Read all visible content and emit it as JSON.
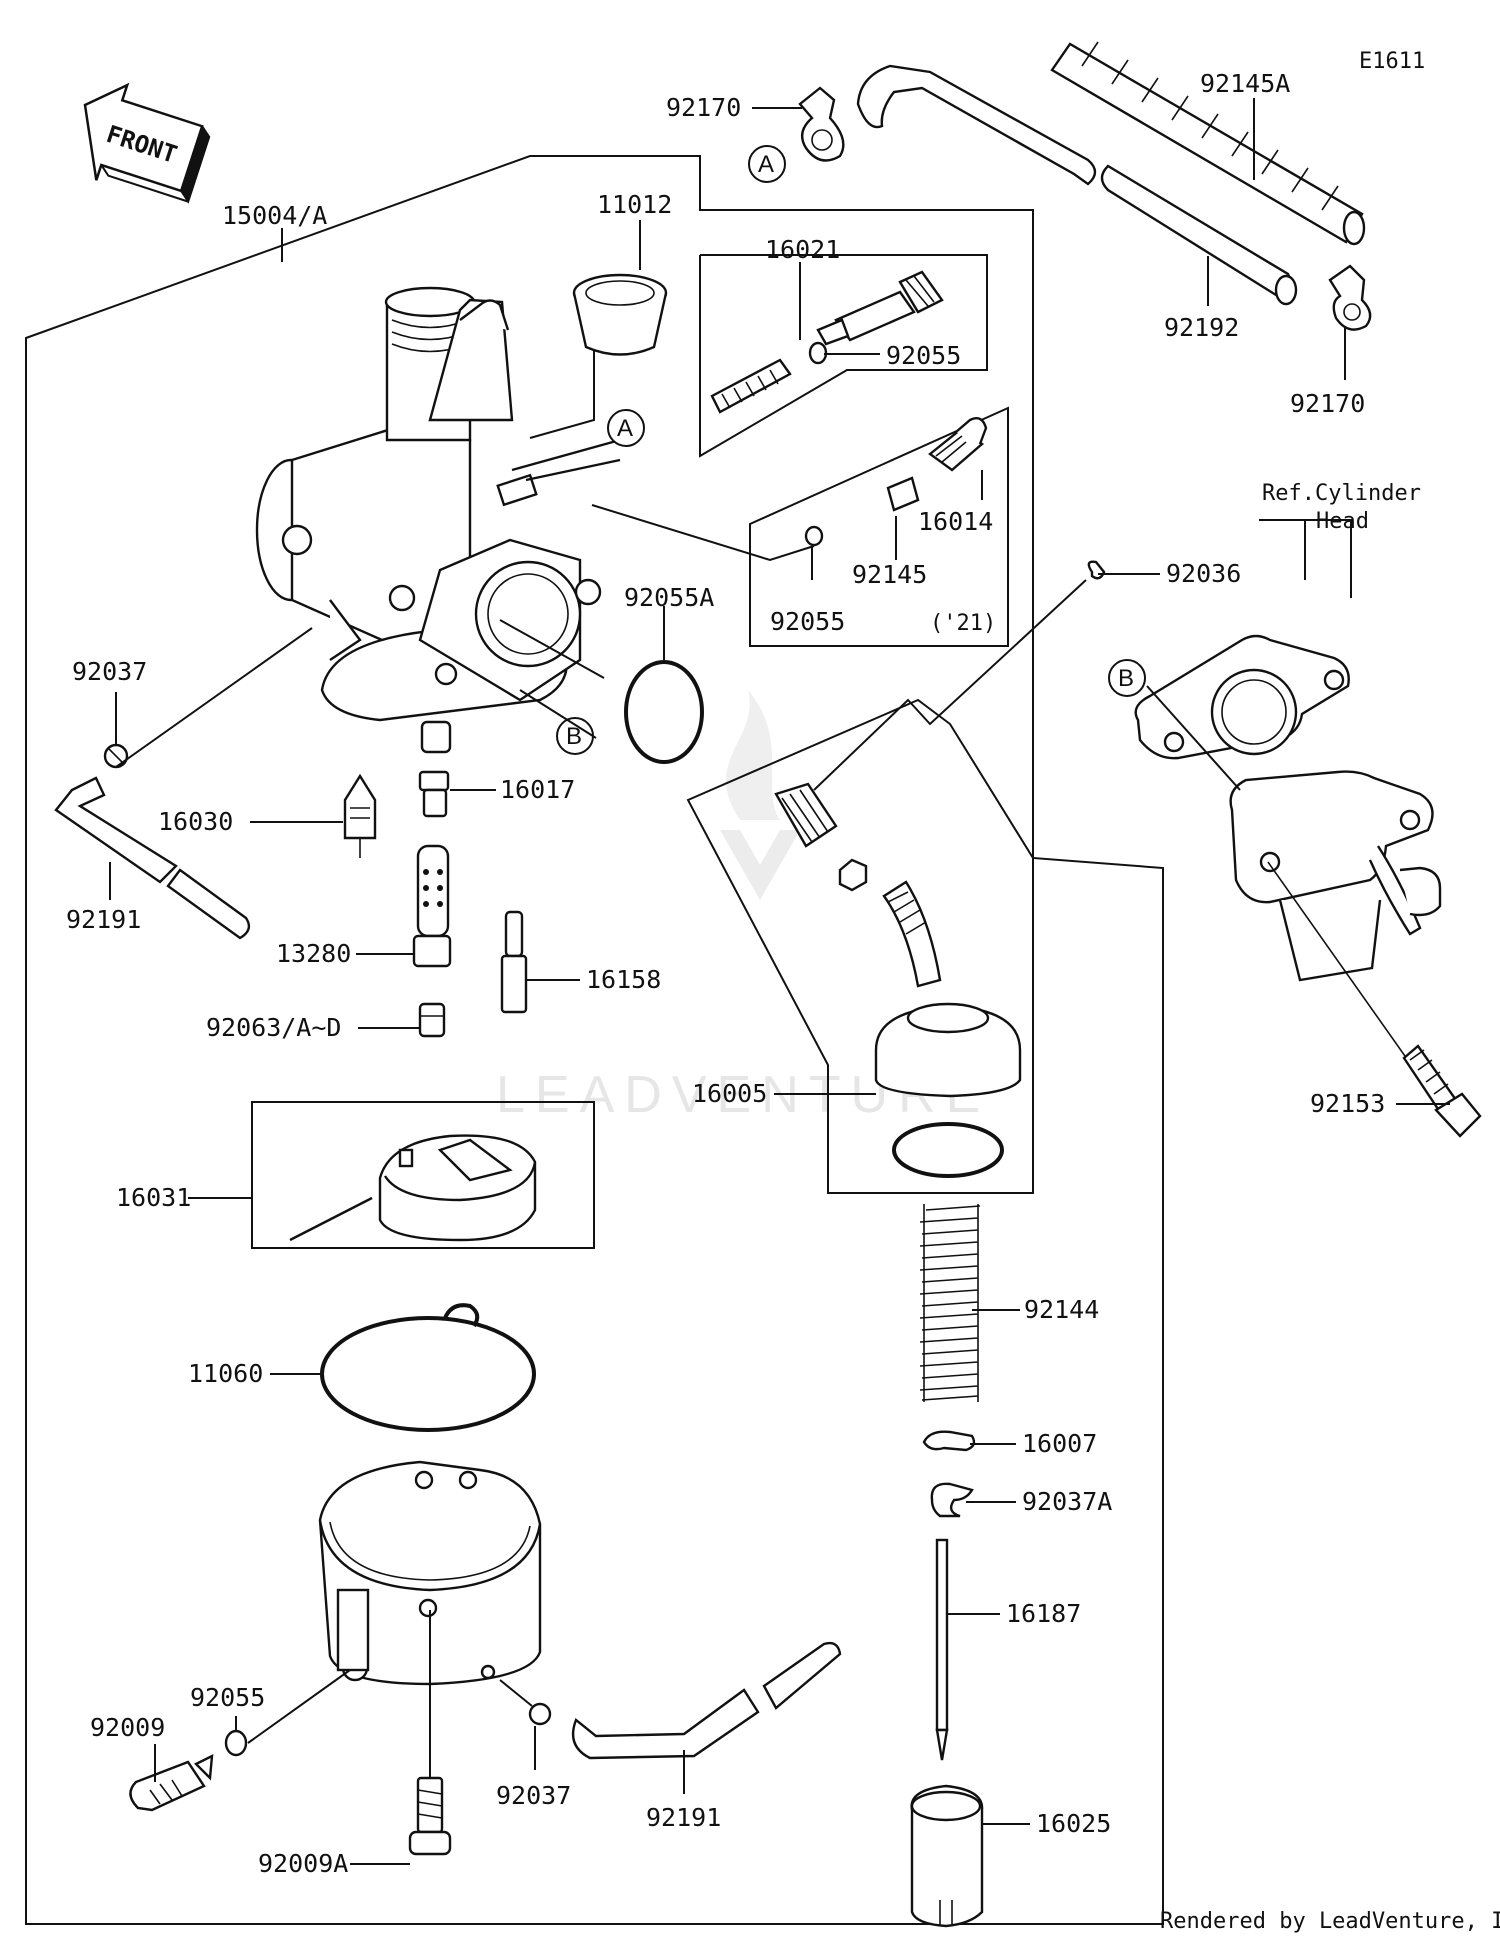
{
  "diagram": {
    "code": "E1611",
    "front_label": "FRONT",
    "watermark": "LEADVENTURE",
    "credit": "Rendered by LeadVenture, Inc.",
    "reference": {
      "line1": "Ref.Cylinder",
      "line2": "Head"
    },
    "year_note": "('21)",
    "callouts": [
      "A",
      "B"
    ],
    "parts": [
      "15004/A",
      "11012",
      "16021",
      "92055",
      "16014",
      "92145",
      "92055A",
      "92037",
      "92191",
      "16030",
      "16017",
      "13280",
      "16158",
      "92063/A~D",
      "16031",
      "11060",
      "92055",
      "92009",
      "92009A",
      "92037",
      "92191",
      "92170",
      "92145A",
      "92192",
      "92170",
      "92036",
      "92153",
      "16005",
      "92144",
      "16007",
      "92037A",
      "16187",
      "16025",
      "92055"
    ]
  }
}
